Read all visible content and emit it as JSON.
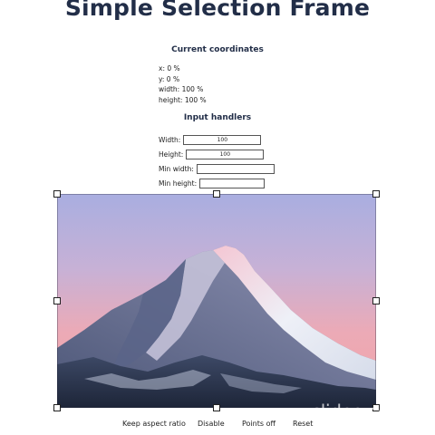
{
  "page": {
    "title": "Simple Selection Frame"
  },
  "coordinates": {
    "heading": "Current coordinates",
    "x": "x: 0 %",
    "y": "y: 0 %",
    "width": "width: 100 %",
    "height": "height: 100 %"
  },
  "input_handlers": {
    "heading": "Input handlers",
    "width_label": "Width:",
    "width_value": "100",
    "height_label": "Height:",
    "height_value": "100",
    "min_width_label": "Min width:",
    "min_width_value": "",
    "min_height_label": "Min height:",
    "min_height_value": ""
  },
  "image": {
    "subject": "mountain-peak-at-sunset"
  },
  "controls": {
    "keep_aspect_ratio": "Keep aspect ratio",
    "disable": "Disable",
    "points_off": "Points off",
    "reset": "Reset"
  },
  "watermark": "clideo.com"
}
